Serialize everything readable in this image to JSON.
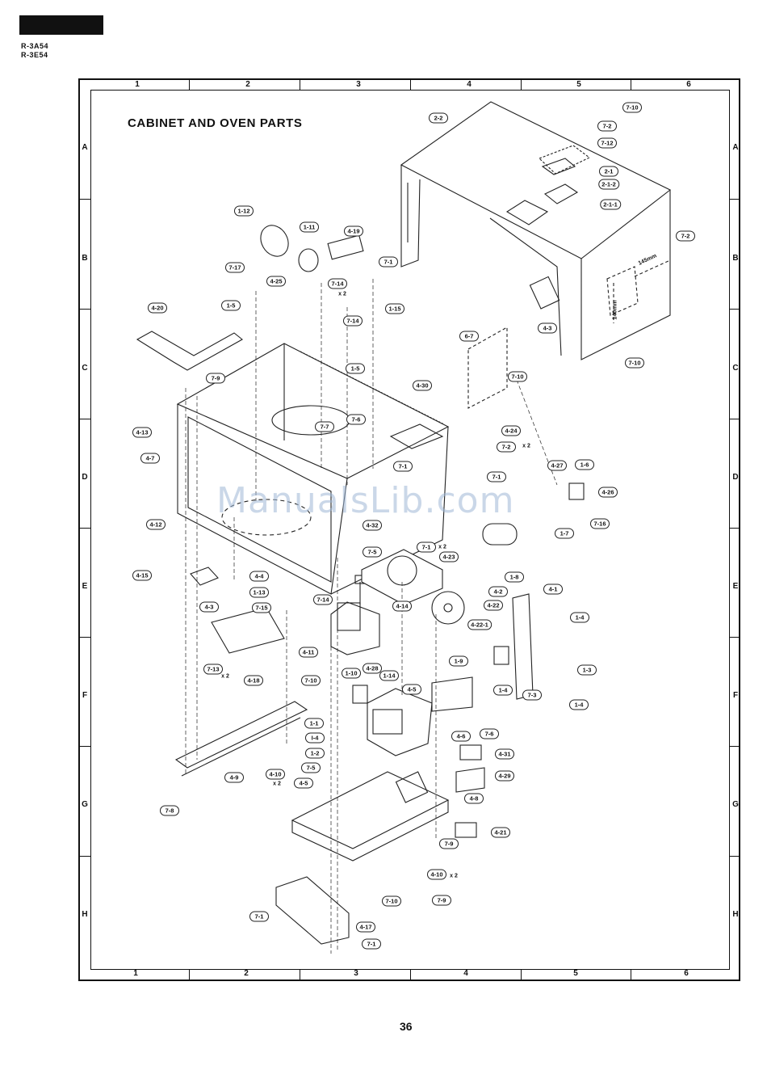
{
  "header": {
    "model_line_1": "R-3A54",
    "model_line_2": "R-3E54"
  },
  "grid": {
    "columns": [
      "1",
      "2",
      "3",
      "4",
      "5",
      "6"
    ],
    "rows": [
      "A",
      "B",
      "C",
      "D",
      "E",
      "F",
      "G",
      "H"
    ]
  },
  "title": "CABINET AND OVEN PARTS",
  "dimensions": {
    "width_label": "145mm",
    "height_label": "140mm"
  },
  "watermark": "ManualsLib.com",
  "callouts": [
    {
      "label": "2-2"
    },
    {
      "label": "7-10"
    },
    {
      "label": "7-2"
    },
    {
      "label": "7-12"
    },
    {
      "label": "2-1"
    },
    {
      "label": "2-1-2"
    },
    {
      "label": "2-1-1"
    },
    {
      "label": "7-2"
    },
    {
      "label": "4-3"
    },
    {
      "label": "7-10"
    },
    {
      "label": "1-12"
    },
    {
      "label": "1-11"
    },
    {
      "label": "4-19"
    },
    {
      "label": "7-17"
    },
    {
      "label": "4-25"
    },
    {
      "label": "7-14"
    },
    {
      "label": "7-1"
    },
    {
      "label": "1-15"
    },
    {
      "label": "1-5"
    },
    {
      "label": "7-14"
    },
    {
      "label": "4-20"
    },
    {
      "label": "1-5"
    },
    {
      "label": "6-7"
    },
    {
      "label": "7-9"
    },
    {
      "label": "7-10"
    },
    {
      "label": "4-30"
    },
    {
      "label": "4-13"
    },
    {
      "label": "7-6"
    },
    {
      "label": "7-7"
    },
    {
      "label": "4-24"
    },
    {
      "label": "7-2"
    },
    {
      "label": "4-7"
    },
    {
      "label": "7-1"
    },
    {
      "label": "7-1"
    },
    {
      "label": "4-27"
    },
    {
      "label": "1-6"
    },
    {
      "label": "4-26"
    },
    {
      "label": "7-16"
    },
    {
      "label": "4-32"
    },
    {
      "label": "4-12"
    },
    {
      "label": "7-1"
    },
    {
      "label": "1-7"
    },
    {
      "label": "7-5"
    },
    {
      "label": "4-23"
    },
    {
      "label": "4-15"
    },
    {
      "label": "1-8"
    },
    {
      "label": "4-4"
    },
    {
      "label": "4-2"
    },
    {
      "label": "4-1"
    },
    {
      "label": "1-13"
    },
    {
      "label": "4-3"
    },
    {
      "label": "7-14"
    },
    {
      "label": "4-22"
    },
    {
      "label": "7-15"
    },
    {
      "label": "4-14"
    },
    {
      "label": "4-22-1"
    },
    {
      "label": "1-4"
    },
    {
      "label": "4-11"
    },
    {
      "label": "1-9"
    },
    {
      "label": "1-3"
    },
    {
      "label": "7-13"
    },
    {
      "label": "4-18"
    },
    {
      "label": "1-10"
    },
    {
      "label": "4-28"
    },
    {
      "label": "1-14"
    },
    {
      "label": "4-5"
    },
    {
      "label": "1-4"
    },
    {
      "label": "7-3"
    },
    {
      "label": "1-4"
    },
    {
      "label": "7-10"
    },
    {
      "label": "1-1"
    },
    {
      "label": "I-4"
    },
    {
      "label": "4-6"
    },
    {
      "label": "7-6"
    },
    {
      "label": "1-2"
    },
    {
      "label": "4-31"
    },
    {
      "label": "4-9"
    },
    {
      "label": "4-10"
    },
    {
      "label": "7-5"
    },
    {
      "label": "4-29"
    },
    {
      "label": "4-5"
    },
    {
      "label": "4-8"
    },
    {
      "label": "7-8"
    },
    {
      "label": "4-21"
    },
    {
      "label": "7-9"
    },
    {
      "label": "4-10"
    },
    {
      "label": "7-10"
    },
    {
      "label": "7-9"
    },
    {
      "label": "7-1"
    },
    {
      "label": "4-17"
    },
    {
      "label": "7-1"
    }
  ],
  "quantities": [
    {
      "text": "x 2"
    },
    {
      "text": "x 2"
    },
    {
      "text": "x 2"
    },
    {
      "text": "x 2"
    },
    {
      "text": "x 2"
    },
    {
      "text": "x 2"
    }
  ],
  "page_number": "36"
}
